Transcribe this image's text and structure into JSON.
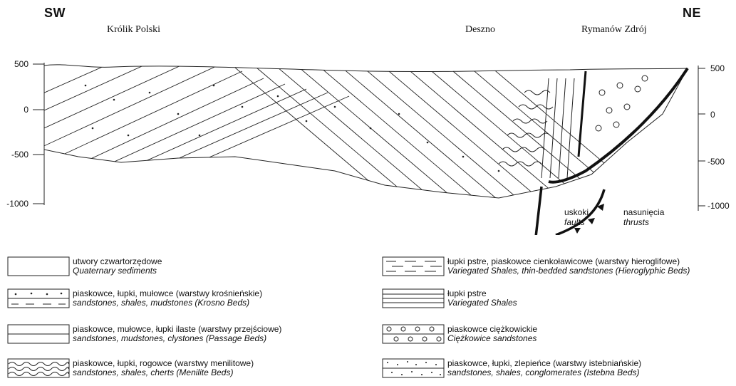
{
  "header": {
    "left_direction": "SW",
    "right_direction": "NE",
    "places": [
      "Królik Polski",
      "Deszno",
      "Rymanów Zdrój"
    ]
  },
  "depth_axis_left": [
    "500",
    "0",
    "-500",
    "-1000"
  ],
  "depth_axis_right": [
    "500",
    "0",
    "-500",
    "-1000"
  ],
  "symbols": {
    "faults": {
      "pl": "uskoki",
      "en": "faults"
    },
    "thrusts": {
      "pl": "nasunięcia",
      "en": "thrusts"
    }
  },
  "legend": [
    {
      "pl": "utwory czwartorzędowe",
      "en": "Quaternary sediments"
    },
    {
      "pl": "piaskowce, łupki, mułowce (warstwy krośnieńskie)",
      "en": "sandstones, shales, mudstones (Krosno Beds)"
    },
    {
      "pl": "piaskowce, mułowce, łupki ilaste (warstwy przejściowe)",
      "en": "sandstones, mudstones, clystones (Passage Beds)"
    },
    {
      "pl": "piaskowce, łupki, rogowce (warstwy menilitowe)",
      "en": "sandstones, shales, cherts (Menilite Beds)"
    },
    {
      "pl": "łupki pstre, piaskowce cienkoławicowe (warstwy hieroglifowe)",
      "en": "Variegated Shales, thin-bedded sandstones (Hieroglyphic Beds)"
    },
    {
      "pl": "łupki pstre",
      "en": "Variegated Shales"
    },
    {
      "pl": "piaskowce ciężkowickie",
      "en": "Ciężkowice sandstones"
    },
    {
      "pl": "piaskowce, łupki, zlepieńce (warstwy istebniańskie)",
      "en": "sandstones, shales, conglomerates (Istebna Beds)"
    }
  ]
}
